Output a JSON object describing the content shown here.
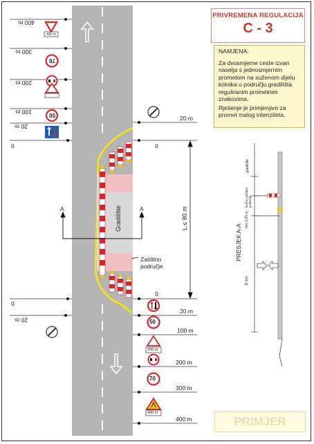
{
  "header": {
    "subtitle": "PRIVREMENA REGULACIJA",
    "code": "C - 3"
  },
  "purpose": {
    "heading": "NAMJENA:",
    "text1": "Za dvosmjerne ceste izvan naselja s jednosmjernim prometom na suženom dijelu kolnika u području gradilišta reguliranim prometnim znakovima.",
    "text2": "Rješenje je primjenjivo za promet malog intenziteta."
  },
  "left_distances": [
    "400 m",
    "300 m",
    "200 m",
    "100 m",
    "20 m",
    "0",
    "0",
    "20 m"
  ],
  "right_distances": [
    "20 m",
    "0",
    "0",
    "20 m",
    "100 m",
    "200 m",
    "300 m",
    "400 m"
  ],
  "site": {
    "label": "Gradilište",
    "protection_zone": "Zaštitno područje",
    "length_label": "L ≤ 80 m",
    "section_marker": "A"
  },
  "signs": {
    "yield_plate": "400 m",
    "speed_70": "70",
    "speed_50": "50",
    "plate_200": "200 m",
    "roadworks_plate": "400 m"
  },
  "section": {
    "title": "PRESJEK A-A",
    "gradiliste": "gradilište",
    "bocno": "bočno zaštitno područje",
    "min": "min 0,25 m",
    "bmin": "B min"
  },
  "example_label": "PRIMJER",
  "colors": {
    "road": "#b5b5b5",
    "yellow_line": "#f7e600",
    "barrier_red": "#d6282b",
    "site": "#d8d8d8",
    "zone": "#f2c0c2",
    "title_red": "#c0392b"
  }
}
